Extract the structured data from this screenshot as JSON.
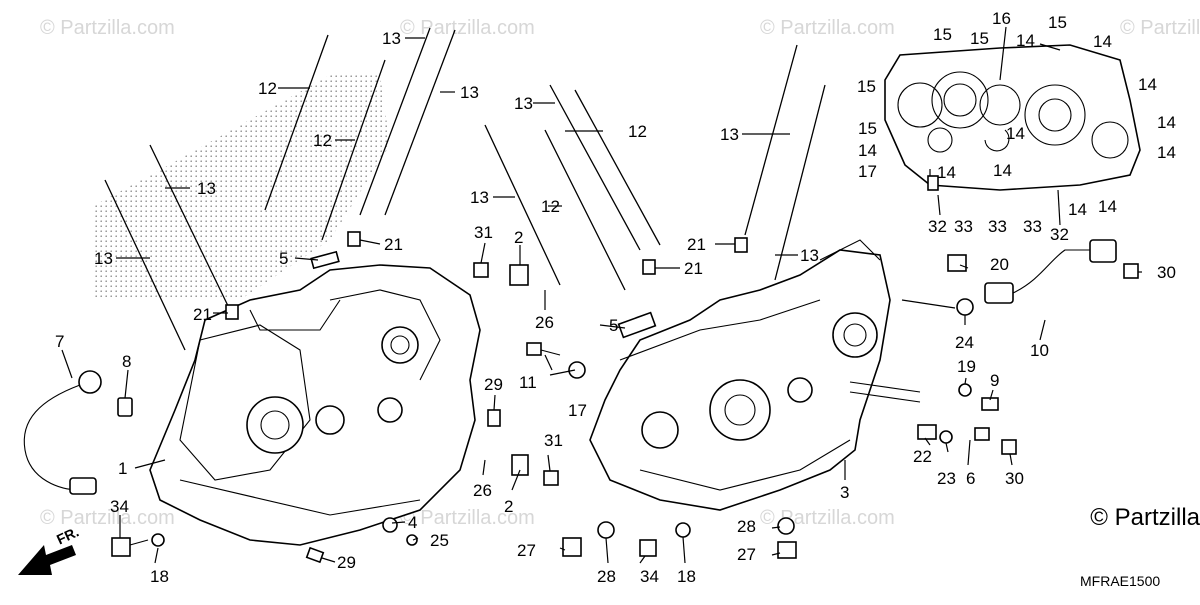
{
  "watermark": "© Partzilla.com",
  "brand": "© Partzilla",
  "diagram_code": "MFRAE1500",
  "front_marker": "FR.",
  "callouts": [
    "1",
    "2",
    "3",
    "4",
    "5",
    "6",
    "7",
    "8",
    "9",
    "10",
    "11",
    "12",
    "13",
    "14",
    "15",
    "16",
    "17",
    "18",
    "19",
    "20",
    "21",
    "22",
    "23",
    "24",
    "25",
    "26",
    "27",
    "28",
    "29",
    "30",
    "31",
    "32",
    "33",
    "34"
  ]
}
